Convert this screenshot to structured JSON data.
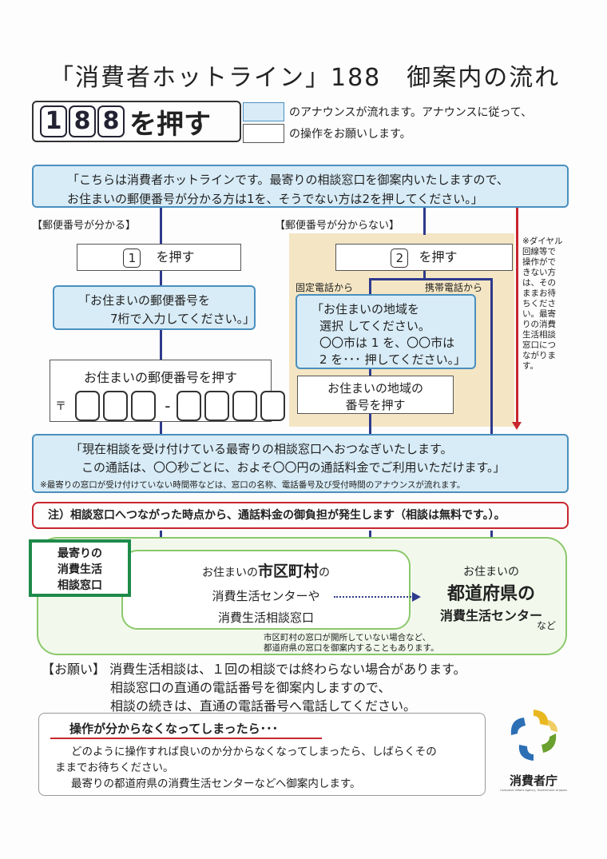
{
  "title": "「消費者ホットライン」188　御案内の流れ",
  "push": {
    "digits": [
      "1",
      "8",
      "8"
    ],
    "text": "を押す"
  },
  "legend": {
    "announce": "のアナウンスが流れます。アナウンスに従って、",
    "operate": "の操作をお願いします。"
  },
  "intro": {
    "line1": "「こちらは消費者ホットラインです。最寄りの相談窓口を御案内いたしますので、",
    "line2": "お住まいの郵便番号が分かる方は1を、そうでない方は2を押してください。」"
  },
  "left": {
    "label": "【郵便番号が分かる】",
    "key": "1",
    "key_text": "を押す",
    "prompt1": "「お住まいの郵便番号を",
    "prompt2": "7桁で入力してください。」",
    "zip_title": "お住まいの郵便番号を押す",
    "zip_mark": "〒",
    "zip_dash": "-"
  },
  "right": {
    "label": "【郵便番号が分からない】",
    "key": "2",
    "key_text": "を押す",
    "fixed": "固定電話から",
    "mobile": "携帯電話から",
    "prompt1": "「お住まいの地域を",
    "prompt2": "選択 してください。",
    "prompt3": "〇〇市は 1 を、〇〇市は",
    "prompt4": "2 を･･･ 押してください。」",
    "region1": "お住まいの地域の",
    "region2": "番号を押す"
  },
  "note_side": [
    "※ダイヤル",
    "回線等で",
    "操作がで",
    "きない方",
    "は、その",
    "ままお待",
    "ちくださ",
    "い。最寄",
    "りの消費",
    "生活相談",
    "窓口につ",
    "ながりま",
    "す。"
  ],
  "connect": {
    "line1": "「現在相談を受け付けている最寄りの相談窓口へおつなぎいたします。",
    "line2": "この通話は、〇〇秒ごとに、およそ〇〇円の通話料金でご利用いただけます。」",
    "note": "※最寄りの窓口が受け付けていない時間帯などは、窓口の名称、電話番号及び受付時間のアナウンスが流れます。"
  },
  "warning": "注）相談窓口へつながった時点から、通話料金の御負担が発生します（相談は無料です。）。",
  "nearest": [
    "最寄りの",
    "消費生活",
    "相談窓口"
  ],
  "municipal": {
    "pre": "お住まいの",
    "big": "市区町村",
    "post": "の",
    "line2": "消費生活センターや",
    "line3": "消費生活相談窓口"
  },
  "prefecture": {
    "pre": "お住まいの",
    "line2": "都道府県の",
    "line3": "消費生活センター",
    "suffix": "など"
  },
  "fallback_note": {
    "line1": "市区町村の窓口が開所していない場合など、",
    "line2": "都道府県の窓口を御案内することもあります。"
  },
  "request": {
    "label": "【お願い】",
    "line1": "消費生活相談は、１回の相談では終わらない場合があります。",
    "line2": "相談窓口の直通の電話番号を御案内しますので、",
    "line3": "相談の続きは、直通の電話番号へ電話してください。"
  },
  "trouble": {
    "title": "操作が分からなくなってしまったら･･･",
    "line1": "どのように操作すれば良いのか分からなくなってしまったら、しばらくその",
    "line2": "ままでお待ちください。",
    "line3": "最寄りの都道府県の消費生活センターなどへ御案内します。"
  },
  "logo": {
    "name": "消費者庁",
    "sub": "Consumer Affairs Agency, Government of Japan"
  },
  "colors": {
    "blue_fill": "#d8ecf7",
    "blue_border": "#4a8fbf",
    "tan": "#f4e6c4",
    "green": "#8bc86a",
    "dark_green": "#1e8a4a",
    "red": "#c8262e",
    "arrow": "#2e3a8c"
  }
}
